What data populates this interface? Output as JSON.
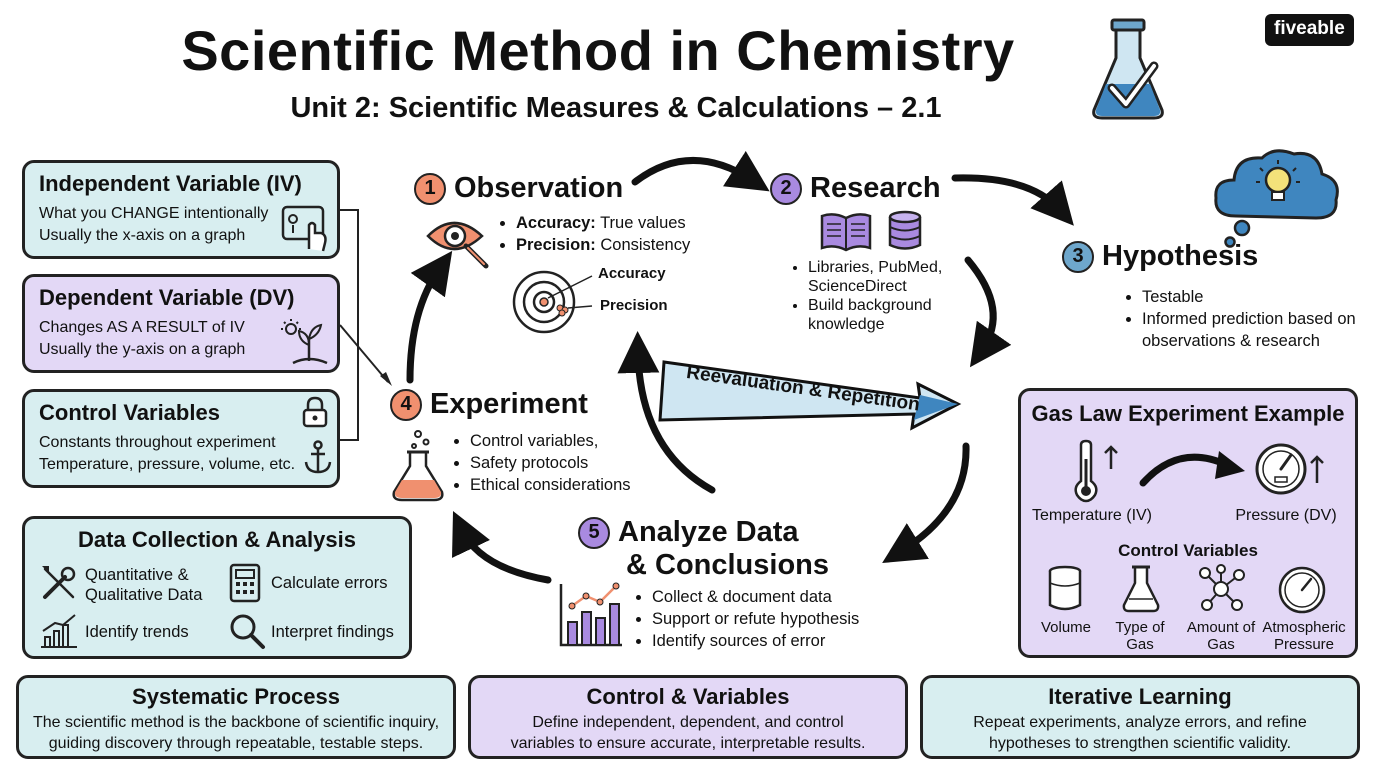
{
  "header": {
    "title": "Scientific Method in Chemistry",
    "subtitle": "Unit 2: Scientific Measures & Calculations – 2.1",
    "logo": "fiveable"
  },
  "variables": {
    "iv": {
      "title": "Independent Variable (IV)",
      "line1": "What you CHANGE intentionally",
      "line2": "Usually the x-axis on a graph"
    },
    "dv": {
      "title": "Dependent Variable (DV)",
      "line1": "Changes AS A RESULT of IV",
      "line2": "Usually the y-axis on a graph"
    },
    "cv": {
      "title": "Control Variables",
      "line1": "Constants throughout experiment",
      "line2": "Temperature, pressure, volume, etc."
    }
  },
  "data_collection": {
    "title": "Data Collection & Analysis",
    "item1": "Quantitative & Qualitative Data",
    "item2": "Calculate errors",
    "item3": "Identify trends",
    "item4": "Interpret findings"
  },
  "stages": {
    "observation": {
      "num": "1",
      "title": "Observation",
      "b1_bold": "Accuracy:",
      "b1": " True values",
      "b2_bold": "Precision:",
      "b2": " Consistency",
      "accuracy_label": "Accuracy",
      "precision_label": "Precision"
    },
    "research": {
      "num": "2",
      "title": "Research",
      "b1": "Libraries, PubMed, ScienceDirect",
      "b2": "Build background knowledge"
    },
    "hypothesis": {
      "num": "3",
      "title": "Hypothesis",
      "b1": "Testable",
      "b2": "Informed prediction based on observations & research"
    },
    "experiment": {
      "num": "4",
      "title": "Experiment",
      "b1": "Control variables,",
      "b2": "Safety protocols",
      "b3": "Ethical considerations"
    },
    "analyze": {
      "num": "5",
      "title1": "Analyze Data",
      "title2": "& Conclusions",
      "b1": "Collect & document data",
      "b2": "Support or refute hypothesis",
      "b3": "Identify sources of error"
    }
  },
  "cycle_banner": "Reevaluation & Repetition",
  "gas_law": {
    "title": "Gas Law Experiment Example",
    "iv_label": "Temperature (IV)",
    "dv_label": "Pressure (DV)",
    "controls_title": "Control Variables",
    "c1": "Volume",
    "c2": "Type of Gas",
    "c3": "Amount of Gas",
    "c4": "Atmospheric Pressure"
  },
  "bottom": {
    "systematic": {
      "title": "Systematic Process",
      "text": "The scientific method is the backbone of scientific inquiry, guiding discovery through repeatable, testable steps."
    },
    "control": {
      "title": "Control & Variables",
      "text": "Define independent, dependent, and control variables to ensure accurate, interpretable results."
    },
    "iterative": {
      "title": "Iterative Learning",
      "text": "Repeat experiments, analyze errors, and refine hypotheses to strengthen scientific validity."
    }
  },
  "colors": {
    "teal": "#d8eef0",
    "purple": "#e3d8f6",
    "orange": "#f0906f",
    "violet": "#a98ae0",
    "blue": "#6ea7cc"
  }
}
